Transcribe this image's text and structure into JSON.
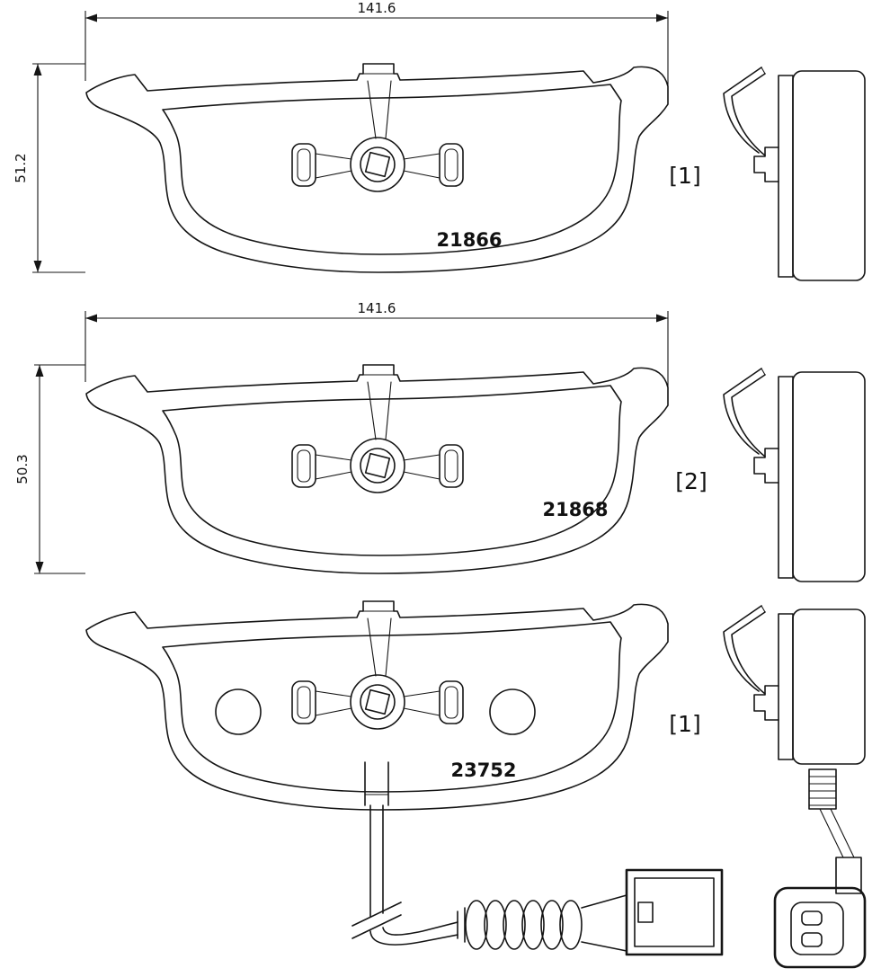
{
  "page": {
    "background": "#ffffff",
    "line_color": "#151515",
    "type_label": "brake-pad-technical-drawing"
  },
  "views": [
    {
      "name": "pad-top",
      "width_mm": "141.6",
      "height_mm": "51.2",
      "part_number": "21866",
      "quantity": "[1]"
    },
    {
      "name": "pad-middle",
      "width_mm": "141.6",
      "height_mm": "50.3",
      "part_number": "21868",
      "quantity": "[2]"
    },
    {
      "name": "pad-bottom",
      "part_number": "23752",
      "quantity": "[1]"
    }
  ]
}
